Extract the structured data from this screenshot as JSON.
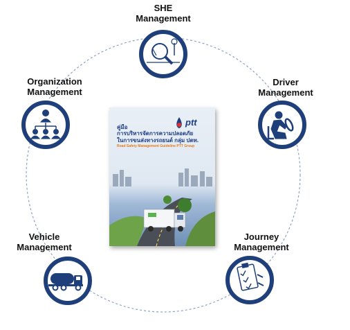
{
  "diagram": {
    "nodes": [
      {
        "id": "she",
        "line1": "SHE",
        "line2": "Management",
        "icon": "magnifier-icon"
      },
      {
        "id": "driver",
        "line1": "Driver",
        "line2": "Management",
        "icon": "driver-steering-icon"
      },
      {
        "id": "journey",
        "line1": "Journey",
        "line2": "Management",
        "icon": "checklist-icon"
      },
      {
        "id": "vehicle",
        "line1": "Vehicle",
        "line2": "Management",
        "icon": "tanker-truck-icon"
      },
      {
        "id": "organization",
        "line1": "Organization",
        "line2": "Management",
        "icon": "org-chart-icon"
      }
    ],
    "colors": {
      "ring": "#1f3f7a",
      "dashed": "#8aa3c7",
      "icon": "#1f3f7a",
      "fill": "#ffffff"
    }
  },
  "book": {
    "brand": "ptt",
    "title_line0": "คู่มือ",
    "title_line1": "การบริหารจัดการความปลอดภัย",
    "title_line2": "ในการขนส่งทางรถยนต์ กลุ่ม ปตท.",
    "subtitle_en": "Road Safety Management Guideline PTT Group"
  }
}
